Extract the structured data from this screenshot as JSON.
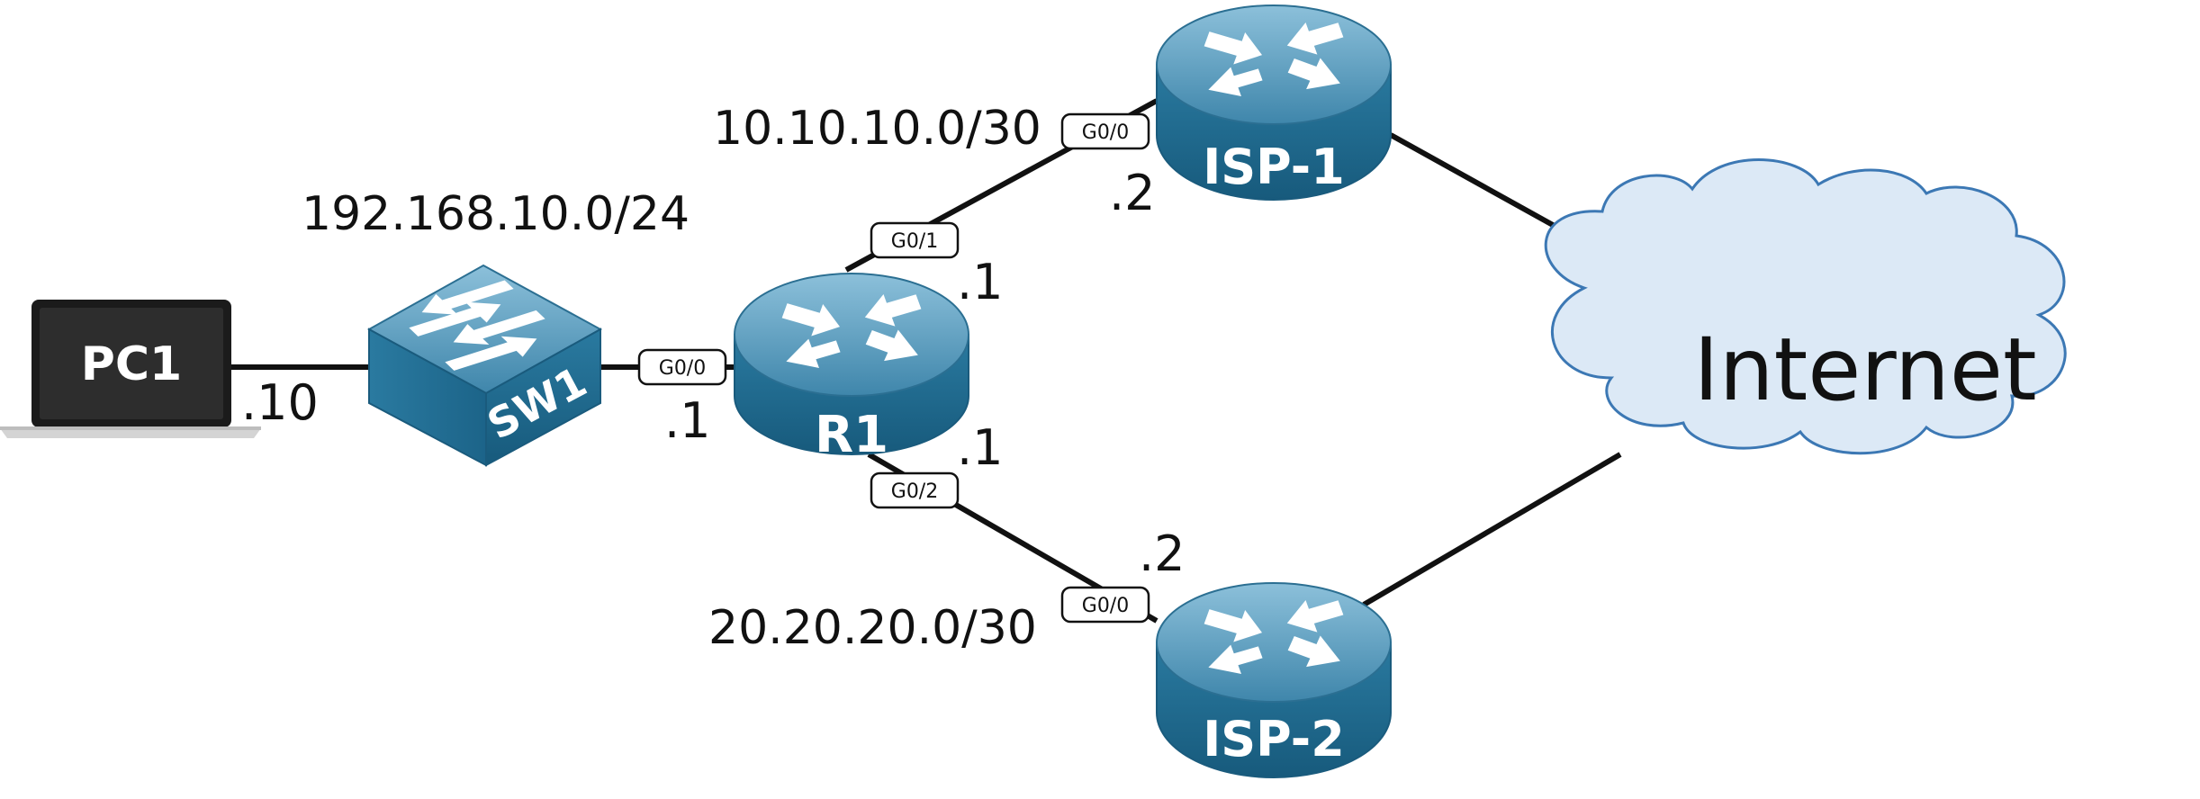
{
  "networks": {
    "lan": "192.168.10.0/24",
    "wan1": "10.10.10.0/30",
    "wan2": "20.20.20.0/30"
  },
  "devices": {
    "pc": "PC1",
    "switch": "SW1",
    "router": "R1",
    "isp1": "ISP-1",
    "isp2": "ISP-2",
    "cloud": "Internet"
  },
  "interfaces": {
    "r1_lan": "G0/0",
    "r1_to_isp1": "G0/1",
    "r1_to_isp2": "G0/2",
    "isp1_wan": "G0/0",
    "isp2_wan": "G0/0"
  },
  "addresses": {
    "pc1": ".10",
    "r1_lan": ".1",
    "r1_wan1": ".1",
    "r1_wan2": ".1",
    "isp1": ".2",
    "isp2": ".2"
  },
  "colors": {
    "device_top": "#5f9dbd",
    "device_side": "#1f6e93",
    "cloud_fill": "#dce9f6",
    "cloud_stroke": "#3c78b4"
  }
}
